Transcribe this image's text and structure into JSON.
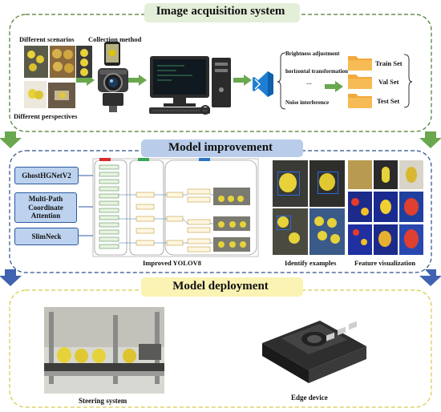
{
  "section1": {
    "title": "Image acquisition system",
    "different_scenarios": "Different scenarios",
    "different_perspectives": "Different perspectives",
    "collection_method": "Collection method",
    "augment": {
      "brightness": "Brightness adjustment",
      "horizontal": "horizontal transformation",
      "ellipsis": "···",
      "noise": "Noise interference"
    },
    "sets": [
      "Train Set",
      "Val Set",
      "Test Set"
    ]
  },
  "section2": {
    "title": "Model improvement",
    "modules": [
      "GhostHGNetV2",
      "Multi-Path Coordinate Attention",
      "SlimNeck"
    ],
    "improved_label": "Improved YOLOV8",
    "identify_label": "Identify examples",
    "feature_label": "Feature visualization"
  },
  "section3": {
    "title": "Model deployment",
    "steering_label": "Steering system",
    "edge_label": "Edge device"
  },
  "colors": {
    "section1_border": "#4a7a2a",
    "section2_border": "#2c4f8a",
    "section3_border": "#d8c94a",
    "title1_bg": "#e4efd9",
    "title2_bg": "#b9cdea",
    "title3_bg": "#fbf3b4",
    "arrow_green": "#6aa84f",
    "arrow_blue": "#3f63b0",
    "folder": "#f2a93b"
  }
}
